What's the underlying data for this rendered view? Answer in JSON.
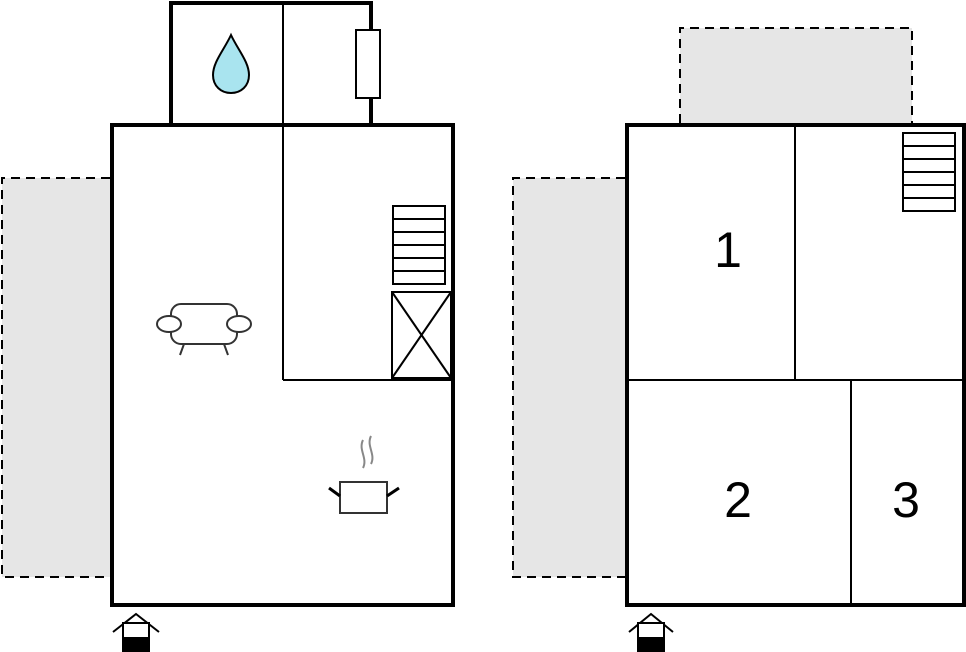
{
  "floors": [
    {
      "id": "ground-floor",
      "icons": [
        "bathroom-water-drop-icon",
        "radiator-icon",
        "staircase-icon",
        "fireplace-icon",
        "sofa-icon",
        "kitchen-pot-icon",
        "entrance-icon"
      ],
      "rooms": []
    },
    {
      "id": "upper-floor",
      "icons": [
        "staircase-icon",
        "entrance-icon"
      ],
      "rooms": [
        {
          "label": "1"
        },
        {
          "label": "2"
        },
        {
          "label": "3"
        }
      ]
    }
  ],
  "colors": {
    "wall": "#000000",
    "terrace_fill": "#e6e6e6",
    "water_drop": "#a9e4ef",
    "furniture_stroke": "#333333",
    "steam": "#888888"
  }
}
